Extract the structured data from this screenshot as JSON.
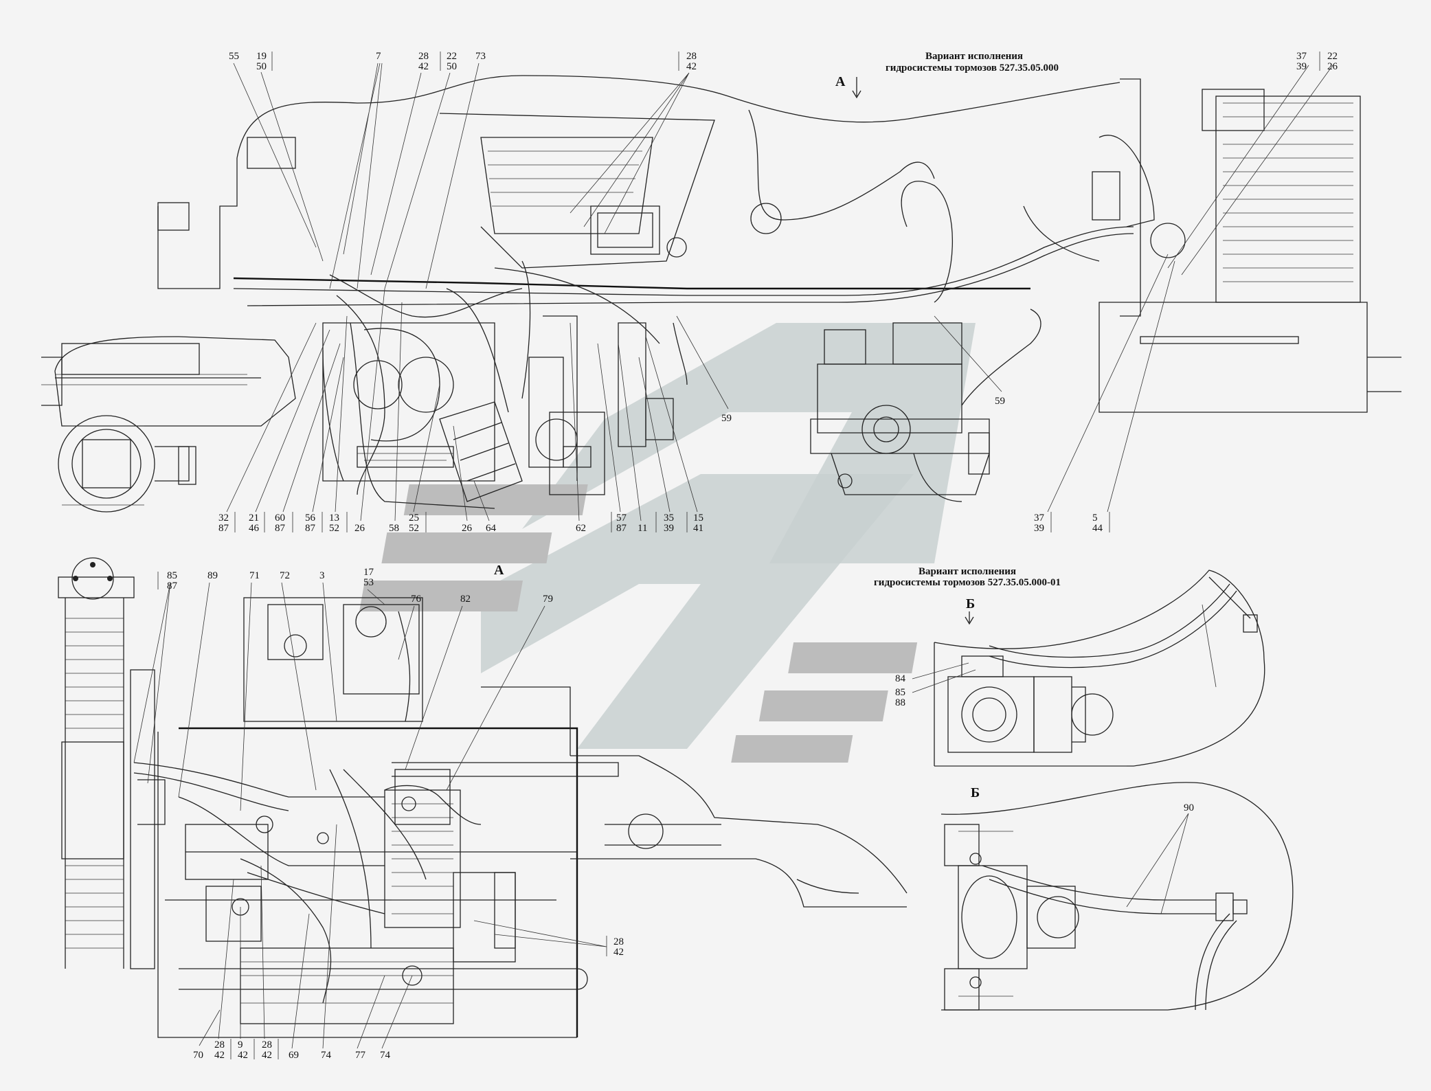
{
  "views": {
    "main_title_line1": "Вариант исполнения",
    "main_title_line2": "гидросистемы тормозов 527.35.05.000",
    "alt_title_line1": "Вариант исполнения",
    "alt_title_line2": "гидросистемы тормозов 527.35.05.000-01",
    "view_a_arrow_label": "А",
    "view_a_label": "А",
    "view_b_arrow_label": "Б",
    "view_b_label": "Б"
  },
  "callouts": {
    "c55": "55",
    "c19": "19",
    "c50": "50",
    "c7": "7",
    "c28a": "28",
    "c42a": "42",
    "c22a": "22",
    "c50b": "50",
    "c73": "73",
    "c28b": "28",
    "c42b": "42",
    "c37a": "37",
    "c39a": "39",
    "c22b": "22",
    "c26a": "26",
    "c59a": "59",
    "c59b": "59",
    "c32": "32",
    "c87a": "87",
    "c21": "21",
    "c46": "46",
    "c60": "60",
    "c87b": "87",
    "c56": "56",
    "c87c": "87",
    "c13": "13",
    "c52a": "52",
    "c26b": "26",
    "c58": "58",
    "c25": "25",
    "c52b": "52",
    "c26c": "26",
    "c64": "64",
    "c62": "62",
    "c57": "57",
    "c87d": "87",
    "c11": "11",
    "c35": "35",
    "c39b": "39",
    "c15": "15",
    "c41": "41",
    "c37b": "37",
    "c39c": "39",
    "c5": "5",
    "c44": "44",
    "c85a": "85",
    "c87e": "87",
    "c89": "89",
    "c71": "71",
    "c72": "72",
    "c3": "3",
    "c17": "17",
    "c53": "53",
    "c76": "76",
    "c82": "82",
    "c79": "79",
    "c84": "84",
    "c85b": "85",
    "c88": "88",
    "c90": "90",
    "c28c": "28",
    "c42c": "42",
    "c70": "70",
    "c28d": "28",
    "c42d": "42",
    "c9": "9",
    "c42e": "42",
    "c28e": "28",
    "c42f": "42",
    "c69": "69",
    "c74a": "74",
    "c77": "77",
    "c74b": "74"
  },
  "colors": {
    "line": "#222222",
    "background": "#f4f4f4",
    "watermark": "#bcbcbc"
  }
}
